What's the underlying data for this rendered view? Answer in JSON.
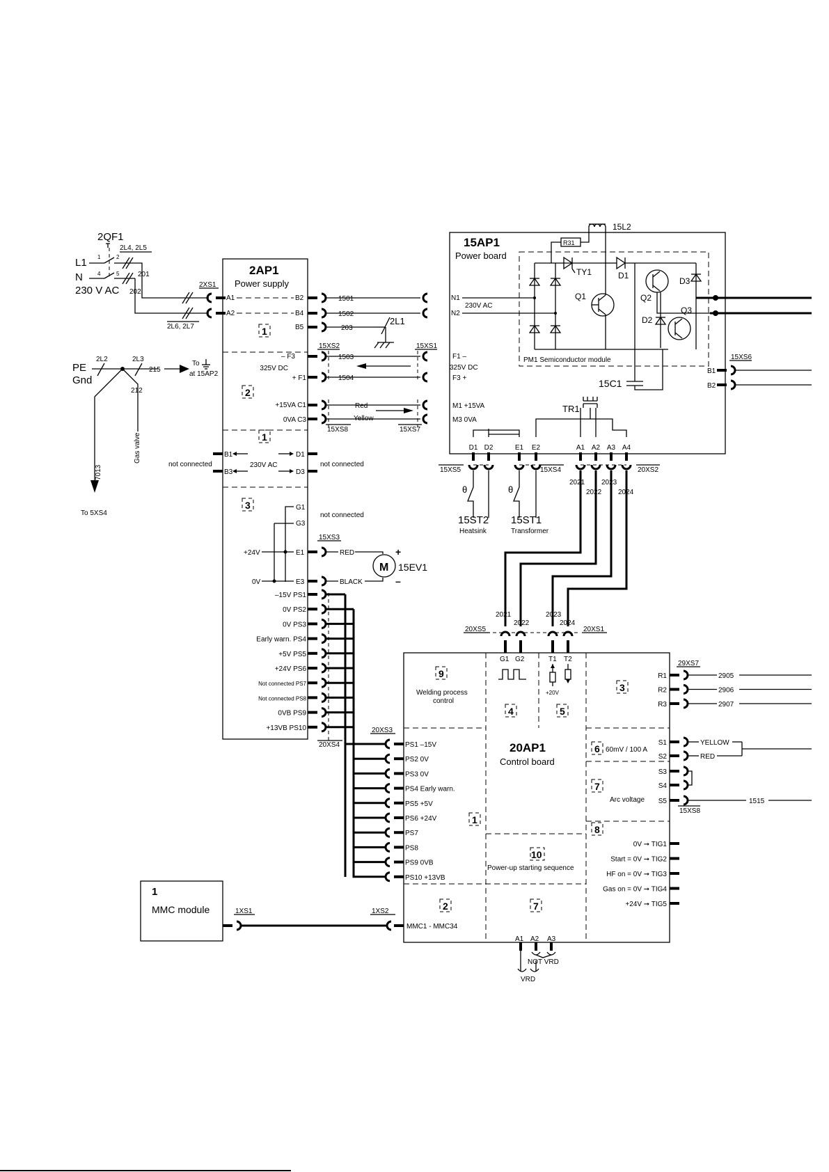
{
  "input": {
    "breaker": "2QF1",
    "l1": "L1",
    "n": "N",
    "voltage": "230 V AC",
    "pin1": "1",
    "pin2": "2",
    "pin4": "4",
    "pin5": "5",
    "ferrite_top": "2L4, 2L5",
    "ferrite_bottom": "2L6, 2L7",
    "wire201": "201",
    "wire202": "202",
    "pe": "PE",
    "gnd": "Gnd",
    "core2l2": "2L2",
    "core2l3": "2L3",
    "wire215": "215",
    "to_ground": "To",
    "at15ap2": "at 15AP2",
    "wire212": "212",
    "gas_valve": "Gas valve",
    "wire7013": "7013",
    "to5xs4": "To 5XS4"
  },
  "psu": {
    "name": "2AP1",
    "subtitle": "Power supply",
    "conn_in": "2XS1",
    "a1": "A1",
    "a2": "A2",
    "b2": "B2",
    "b4": "B4",
    "b5": "B5",
    "sec1": "1",
    "sec2": "2",
    "sec1b": "1",
    "sec3": "3",
    "f3": "– F3",
    "dc": "325V DC",
    "f1": "+ F1",
    "c1": "+15VA  C1",
    "c3": "0VA  C3",
    "b1": "B1",
    "b3": "B3",
    "d1": "D1",
    "d3": "D3",
    "ac230": "230V AC",
    "not_connected": "not connected",
    "g1": "G1",
    "g3": "G3",
    "e1": "E1",
    "e3": "E3",
    "plus24": "+24V",
    "zero_v": "0V",
    "ps_rows": [
      "–15V  PS1",
      "0V  PS2",
      "0V  PS3",
      "Early warn.  PS4",
      "+5V  PS5",
      "+24V  PS6",
      "Not connected  PS7",
      "Not connected  PS8",
      "0VB  PS9",
      "+13VB PS10"
    ],
    "conn_out": "20XS4"
  },
  "wires": {
    "w1501": "1501",
    "w1502": "1502",
    "w203": "203",
    "w1503": "1503",
    "w1504": "1504",
    "red": "Red",
    "yellow": "Yellow",
    "x15xs2": "15XS2",
    "x15xs1": "15XS1",
    "x15xs8": "15XS8",
    "x15xs7": "15XS7",
    "choke": "2L1"
  },
  "fan": {
    "conn": "15XS3",
    "red": "RED",
    "black": "BLACK",
    "motor": "M",
    "name": "15EV1",
    "plus": "+",
    "minus": "–"
  },
  "power": {
    "name": "15AP1",
    "subtitle": "Power board",
    "inductor": "15L2",
    "resistor": "R31",
    "ty1": "TY1",
    "d1": "D1",
    "q1": "Q1",
    "q2": "Q2",
    "q3": "Q3",
    "d2": "D2",
    "d3": "D3",
    "n1": "N1",
    "n2": "N2",
    "ac": "230V AC",
    "module": "PM1  Semiconductor module",
    "f1": "F1 –",
    "dc": "325V DC",
    "f3": "F3 +",
    "m1": "M1  +15VA",
    "m3": "M3  0VA",
    "cap": "15C1",
    "tr": "TR1",
    "b1": "B1",
    "b2": "B2",
    "conn_b": "15XS6",
    "bottom_pins": [
      "D1",
      "D2",
      "E1",
      "E2",
      "A1",
      "A2",
      "A3",
      "A4"
    ],
    "x15xs5": "15XS5",
    "x15xs4": "15XS4",
    "x20xs2": "20XS2",
    "w2021": "2021",
    "w2022": "2022",
    "w2023": "2023",
    "w2024": "2024"
  },
  "sensors": {
    "theta": "θ",
    "st2": "15ST2",
    "st2_label": "Heatsink",
    "st1": "15ST1",
    "st1_label": "Transformer"
  },
  "control": {
    "name": "20AP1",
    "subtitle": "Control board",
    "conn_top_left": "20XS5",
    "conn_top_right": "20XS1",
    "g1": "G1",
    "g2": "G2",
    "t1": "T1",
    "t2": "T2",
    "w2021": "2021",
    "w2022": "2022",
    "w2023": "2023",
    "w2024": "2024",
    "plus20": "+20V",
    "s9": "9",
    "welding": "Welding process",
    "control_word": "control",
    "s4": "4",
    "s5": "5",
    "s3": "3",
    "s6": "6",
    "s7": "7",
    "s8": "8",
    "s1": "1",
    "s10": "10",
    "s2": "2",
    "s7b": "7",
    "sixty": "60mV / 100 A",
    "arc": "Arc voltage",
    "powerup": "Power-up starting sequence",
    "conn_ps": "20XS3",
    "ps_rows": [
      "PS1  –15V",
      "PS2  0V",
      "PS3  0V",
      "PS4  Early warn.",
      "PS5  +5V",
      "PS6  +24V",
      "PS7",
      "PS8",
      "PS9  0VB",
      "PS10  +13VB"
    ],
    "r_pins": [
      "R1",
      "R2",
      "R3"
    ],
    "r_wires": [
      "2905",
      "2906",
      "2907"
    ],
    "conn_r": "29XS7",
    "s_pins": [
      "S1",
      "S2",
      "S3",
      "S4",
      "S5"
    ],
    "yellow": "YELLOW",
    "red": "RED",
    "w1515": "1515",
    "conn_s": "15XS8",
    "tig": [
      "0V ➞ TIG1",
      "Start = 0V ➞ TIG2",
      "HF on = 0V ➞ TIG3",
      "Gas on = 0V ➞ TIG4",
      "+24V ➞ TIG5"
    ],
    "mmc_pins": "MMC1 - MMC34",
    "conn_mmc": "1XS2",
    "a1": "A1",
    "a2": "A2",
    "a3": "A3",
    "not_vrd": "NOT VRD",
    "vrd": "VRD"
  },
  "mmc": {
    "num": "1",
    "name": "MMC module",
    "conn": "1XS1"
  }
}
